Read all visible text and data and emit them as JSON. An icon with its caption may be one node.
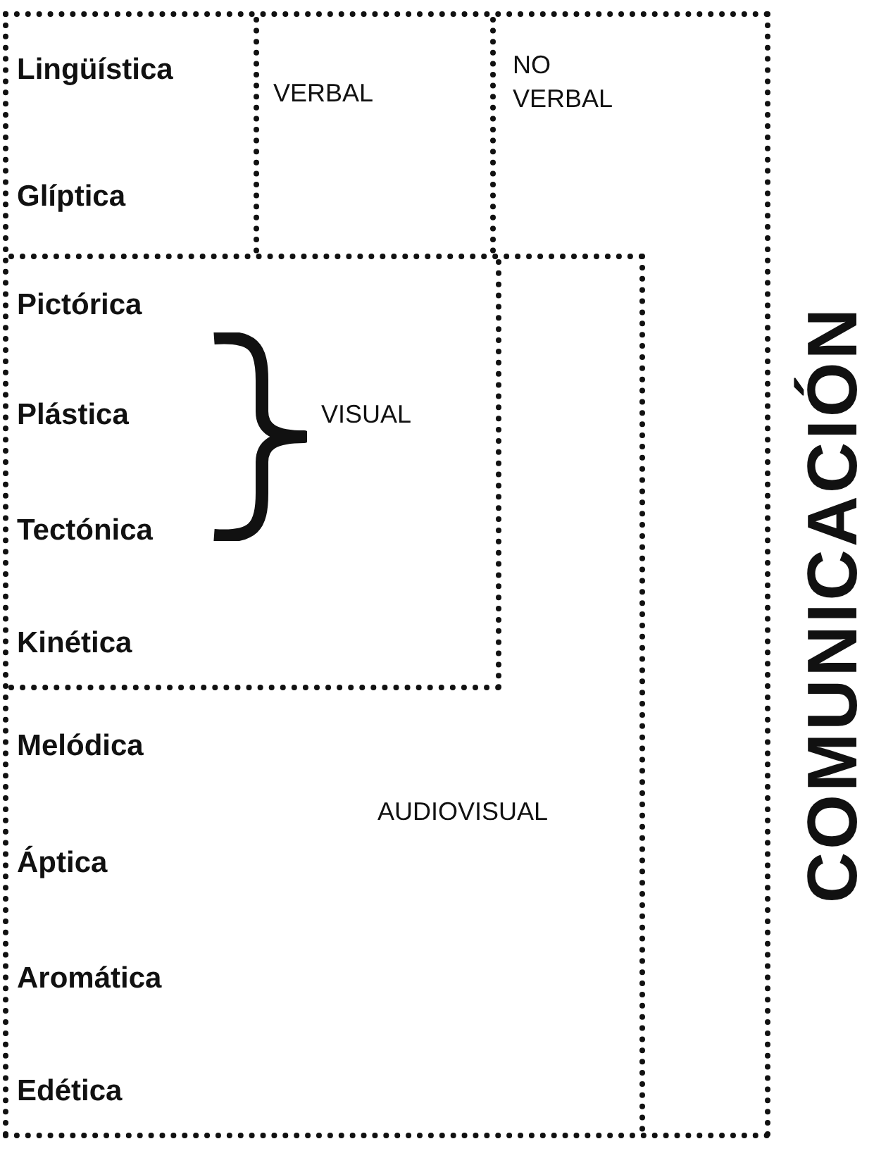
{
  "diagram": {
    "nodes": [
      {
        "text": [
          "COMUNICACIÓN"
        ]
      },
      {
        "text": [
          "VERBAL"
        ],
        "in": 0
      },
      {
        "text": [
          "NO VERBAL"
        ],
        "in": 0
      },
      {
        "text": [
          "AUDIOVISUAL"
        ],
        "in": 0
      },
      {
        "text": [
          "VISUAL"
        ],
        "in": 3
      }
    ],
    "edges": [],
    "labels": [
      "Lingüística",
      "Glíptica",
      "Pictórica",
      "Plástica",
      "Tectónica",
      "Kinética",
      "Melódica",
      "Áptica",
      "Aromática",
      "Edética"
    ]
  }
}
